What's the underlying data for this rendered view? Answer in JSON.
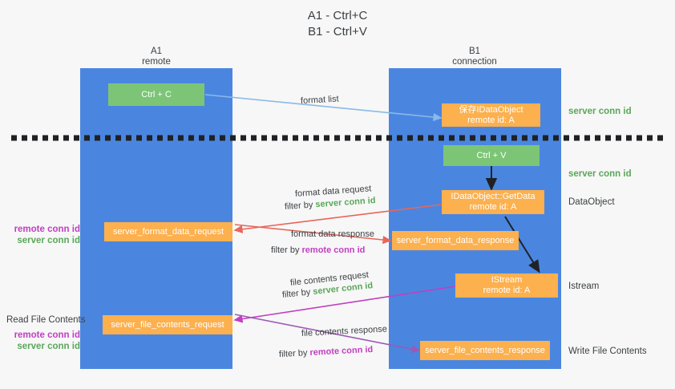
{
  "title": {
    "line1": "A1 - Ctrl+C",
    "line2": "B1 - Ctrl+V"
  },
  "columns": [
    {
      "name": "A1",
      "sub": "remote"
    },
    {
      "name": "B1",
      "sub": "connection"
    }
  ],
  "colors": {
    "lane": "#4a86e0",
    "green_box": "#7cc576",
    "orange_box": "#fcb04e",
    "server_conn": "#5aa75a",
    "remote_conn": "#c13fc1",
    "arrow_blue": "#8ab9e8",
    "arrow_red": "#e8665a",
    "arrow_magenta": "#c13fc1",
    "arrow_purple": "#9b59b6",
    "arrow_black": "#202124",
    "background": "#f7f7f7"
  },
  "boxes": {
    "ctrl_c": {
      "line1": "Ctrl + C",
      "line2": ""
    },
    "save_idataobject": {
      "line1": "保存IDataObject",
      "line2": "remote id: A"
    },
    "ctrl_v": {
      "line1": "Ctrl + V",
      "line2": ""
    },
    "getdata": {
      "line1": "IDataObject::GetData",
      "line2": "remote id: A"
    },
    "format_data_request": {
      "line1": "server_format_data_request",
      "line2": ""
    },
    "format_data_response": {
      "line1": "server_format_data_response",
      "line2": ""
    },
    "istream": {
      "line1": "IStream",
      "line2": "remote id: A"
    },
    "file_contents_request": {
      "line1": "server_file_contents_request",
      "line2": ""
    },
    "file_contents_response": {
      "line1": "server_file_contents_response",
      "line2": ""
    }
  },
  "right_labels": {
    "server_conn_top": "server conn id",
    "server_conn_mid": "server conn id",
    "dataobject": "DataObject",
    "istream": "Istream",
    "write_file_contents": "Write File Contents"
  },
  "left_labels": {
    "remote_conn_1": "remote conn id",
    "server_conn_1": "server conn id",
    "read_file_contents": "Read File Contents",
    "remote_conn_2": "remote conn id",
    "server_conn_2": "server conn id"
  },
  "edge_labels": {
    "format_list": "format list",
    "format_data_request": "format data request",
    "format_data_request_filter_prefix": "filter by ",
    "format_data_request_filter_value": "server conn id",
    "format_data_response": "format data response",
    "format_data_response_filter_prefix": "filter by ",
    "format_data_response_filter_value": "remote conn id",
    "file_contents_request": "file contents request",
    "file_contents_request_filter_prefix": "filter by ",
    "file_contents_request_filter_value": "server conn id",
    "file_contents_response": "file contents response",
    "file_contents_response_filter_prefix": "filter by ",
    "file_contents_response_filter_value": "remote conn id"
  }
}
